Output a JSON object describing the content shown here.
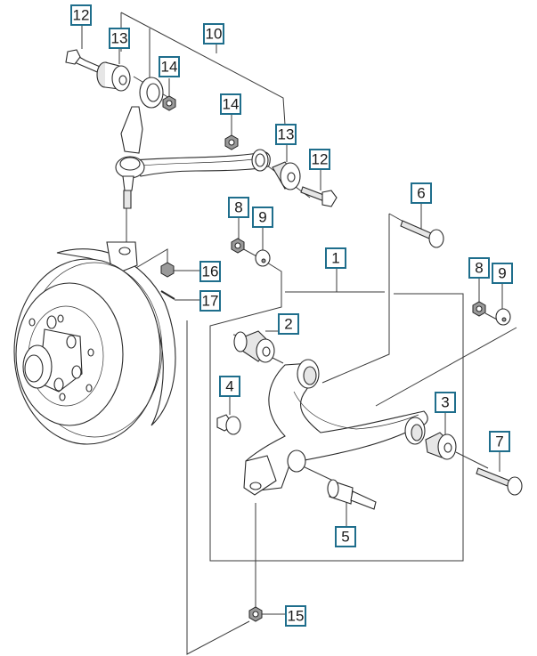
{
  "diagram": {
    "title": "Front suspension exploded view",
    "callout_color": "#1f6e8c",
    "callouts": [
      {
        "id": "c12a",
        "label": "12",
        "part": "upper-arm-bolt-front"
      },
      {
        "id": "c13a",
        "label": "13",
        "part": "upper-arm-bushing-front"
      },
      {
        "id": "c14a",
        "label": "14",
        "part": "ball-joint-clamp-nut"
      },
      {
        "id": "c10",
        "label": "10",
        "part": "upper-control-arm-assembly"
      },
      {
        "id": "c14b",
        "label": "14",
        "part": "upper-arm-nut-rear"
      },
      {
        "id": "c13b",
        "label": "13",
        "part": "upper-arm-bushing-rear"
      },
      {
        "id": "c12b",
        "label": "12",
        "part": "upper-arm-bolt-rear"
      },
      {
        "id": "c8a",
        "label": "8",
        "part": "nut-left"
      },
      {
        "id": "c9a",
        "label": "9",
        "part": "washer-left"
      },
      {
        "id": "c6",
        "label": "6",
        "part": "lower-arm-bolt-front"
      },
      {
        "id": "c1",
        "label": "1",
        "part": "lower-control-arm-assembly"
      },
      {
        "id": "c8b",
        "label": "8",
        "part": "nut-right"
      },
      {
        "id": "c9b",
        "label": "9",
        "part": "washer-right"
      },
      {
        "id": "c16",
        "label": "16",
        "part": "castle-nut"
      },
      {
        "id": "c17",
        "label": "17",
        "part": "cotter-pin"
      },
      {
        "id": "c2",
        "label": "2",
        "part": "lower-arm-bushing-front"
      },
      {
        "id": "c4",
        "label": "4",
        "part": "bump-stopper"
      },
      {
        "id": "c3",
        "label": "3",
        "part": "lower-arm-bushing-rear"
      },
      {
        "id": "c7",
        "label": "7",
        "part": "lower-arm-bolt-rear"
      },
      {
        "id": "c5",
        "label": "5",
        "part": "lower-ball-joint"
      },
      {
        "id": "c15",
        "label": "15",
        "part": "lower-ball-joint-nut"
      }
    ]
  }
}
